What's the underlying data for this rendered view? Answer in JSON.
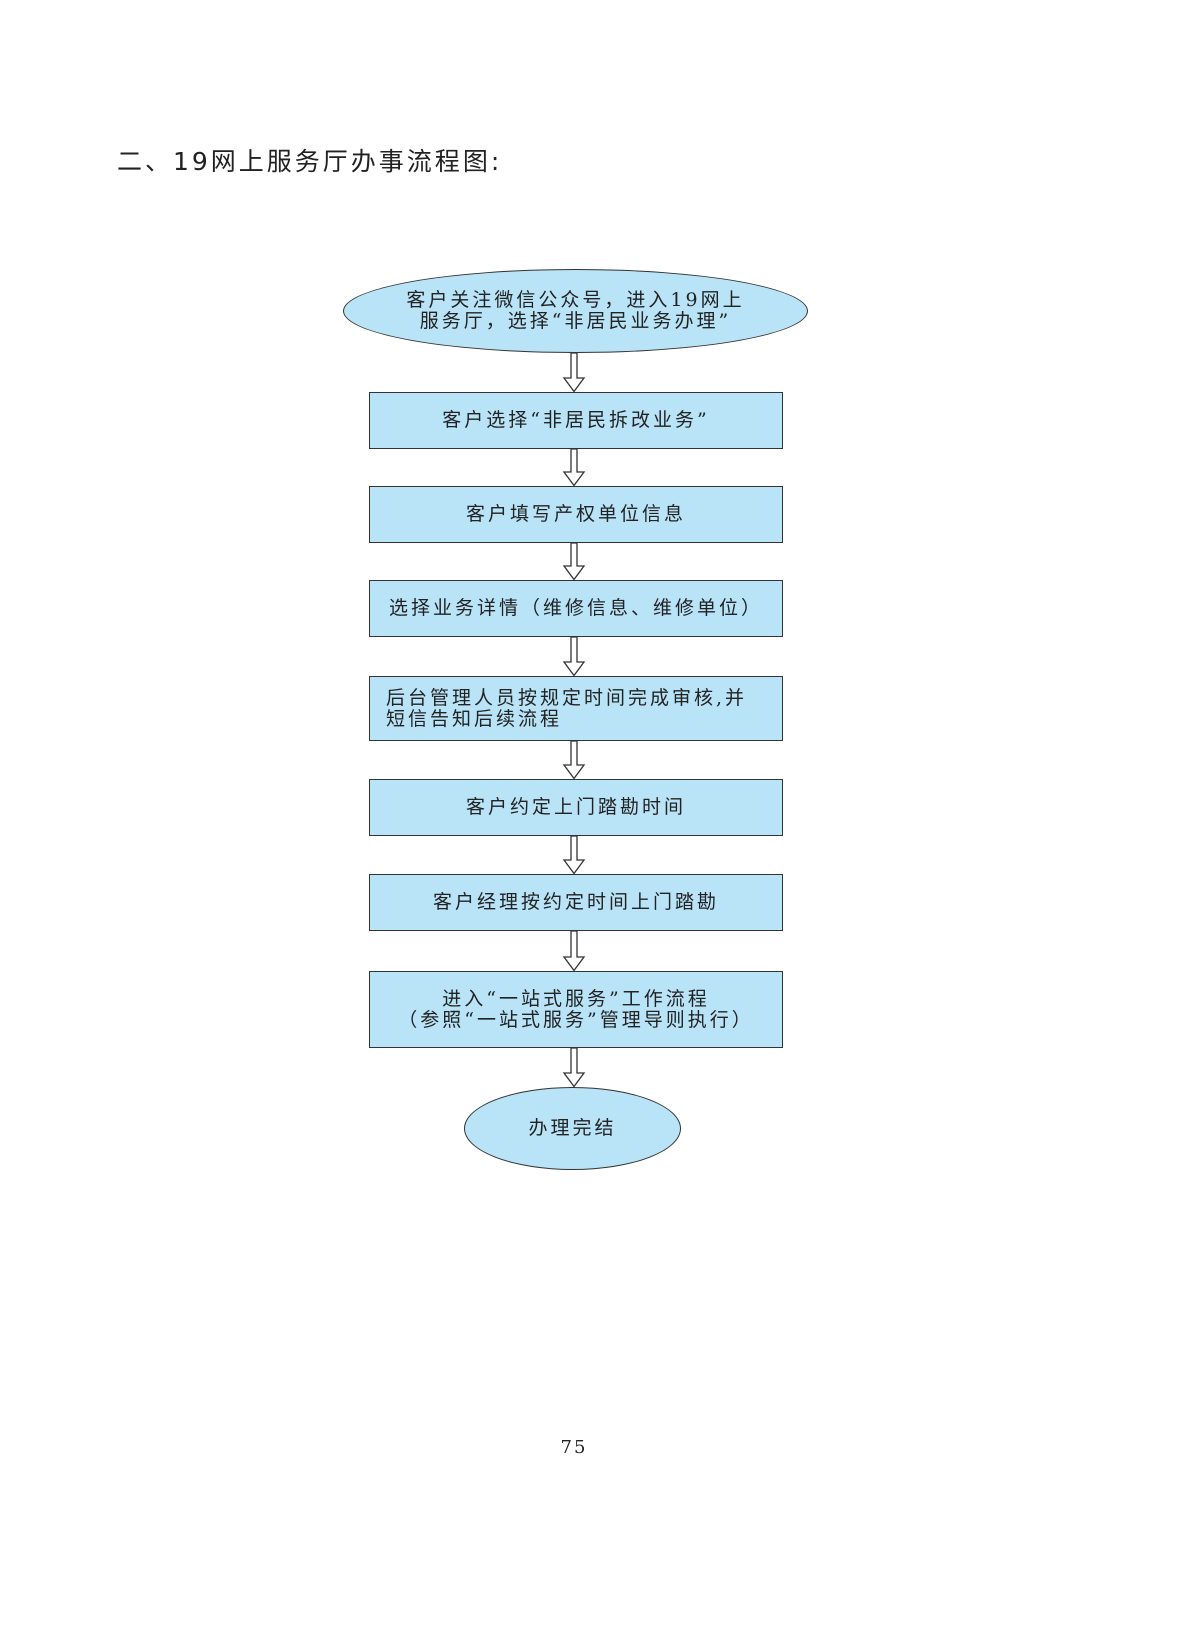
{
  "heading": "二、19网上服务厅办事流程图:",
  "flow": {
    "start": "客户关注微信公众号，进入19网上\n服务厅，选择“非居民业务办理”",
    "steps": [
      "客户选择“非居民拆改业务”",
      "客户填写产权单位信息",
      "选择业务详情（维修信息、维修单位）",
      "后台管理人员按规定时间完成审核,并\n短信告知后续流程",
      "客户约定上门踏勘时间",
      "客户经理按约定时间上门踏勘",
      "进入“一站式服务”工作流程\n（参照“一站式服务”管理导则执行）"
    ],
    "end": "办理完结"
  },
  "page_number": "75",
  "colors": {
    "node_fill": "#b9e4f8",
    "border": "#333333"
  }
}
